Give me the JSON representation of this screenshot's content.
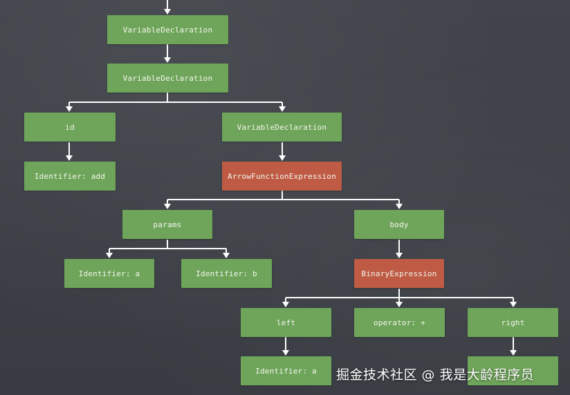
{
  "nodes": {
    "vd_top": "VariableDeclaration",
    "vd_second": "VariableDeclaration",
    "id": "id",
    "vd_right": "VariableDeclaration",
    "identifier_add": "Identifier: add",
    "arrow_fn": "ArrowFunctionExpression",
    "params": "params",
    "body": "body",
    "identifier_a_param": "Identifier: a",
    "identifier_b_param": "Identifier: b",
    "binary_expr": "BinaryExpression",
    "left": "left",
    "operator": "operator: +",
    "right": "right",
    "identifier_a_left": "Identifier: a"
  },
  "colors": {
    "node_default": "#6fa55a",
    "node_highlight": "#bf5b45",
    "background": "#3b3f45",
    "edge": "#ffffff"
  },
  "watermark": "掘金技术社区 @ 我是大龄程序员"
}
